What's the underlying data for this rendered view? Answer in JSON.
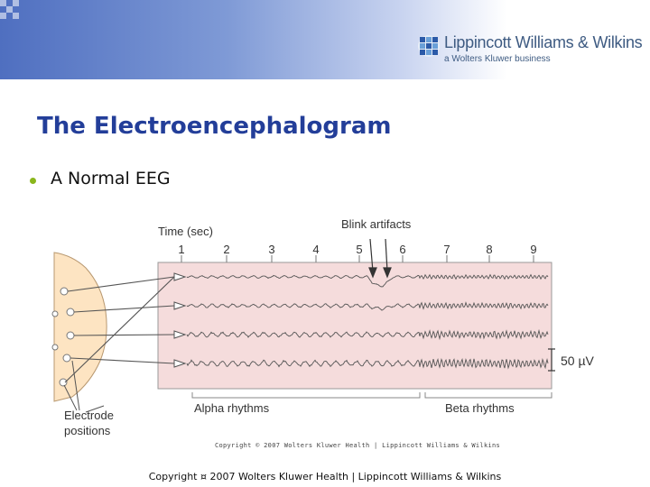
{
  "header": {
    "publisher": "Lippincott Williams & Wilkins",
    "tagline": "a Wolters Kluwer business",
    "logo_icon": "lww-logo-icon",
    "colors": {
      "band_dark": "#4f6fc0",
      "band_light": "#c9d4f0",
      "logo_text": "#3e5b82"
    }
  },
  "slide": {
    "title": "The Electroencephalogram",
    "title_color": "#233e99",
    "bullet": "A Normal EEG",
    "bullet_color": "#8ab61c"
  },
  "figure": {
    "time_label": "Time (sec)",
    "time_ticks": [
      "1",
      "2",
      "3",
      "4",
      "5",
      "6",
      "7",
      "8",
      "9"
    ],
    "blink_label": "Blink artifacts",
    "scale_label": "50 µV",
    "electrode_label_line1": "Electrode",
    "electrode_label_line2": "positions",
    "alpha_label": "Alpha rhythms",
    "beta_label": "Beta rhythms",
    "channel_count": 4,
    "trace_panel_color": "#f5dcdc",
    "head_color": "#fde4c2",
    "copyright_small": "Copyright © 2007 Wolters Kluwer Health | Lippincott Williams & Wilkins"
  },
  "footer": {
    "copyright": "Copyright ¤ 2007 Wolters Kluwer Health | Lippincott Williams & Wilkins"
  }
}
